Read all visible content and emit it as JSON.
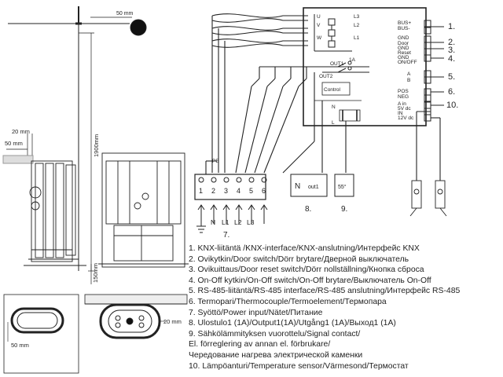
{
  "dimensions": {
    "d50_top": "50 mm",
    "d1900": "1900mm",
    "d20_left": "20 mm",
    "d50_left": "50 mm",
    "d150": "150mm",
    "d20_bottom": "20 mm",
    "d50_bottom": "50 mm"
  },
  "terminals": {
    "pe": "PE",
    "numbers": [
      "1",
      "2",
      "3",
      "4",
      "5",
      "6"
    ],
    "supply": [
      "N",
      "L1",
      "L2",
      "L3"
    ],
    "out1": "out1",
    "temp": "55°",
    "label_7": "7.",
    "label_8": "8.",
    "label_9": "9."
  },
  "board": {
    "u": "U",
    "v": "V",
    "w": "W",
    "l1": "L1",
    "l2": "L2",
    "l3": "L3",
    "out1": "OUT1",
    "a1": "1A",
    "out2": "OUT2",
    "control": "Control",
    "n": "N",
    "l": "L",
    "bus_plus": "BUS+",
    "bus_minus": "BUS-",
    "gnd": "GND",
    "door": "Door",
    "reset": "Reset",
    "onoff": "ON/OFF",
    "a": "A",
    "b": "B",
    "pos": "POS",
    "neg": "NEG",
    "ain": "A in",
    "v5": "5V dc",
    "in": "IN",
    "v12": "12V dc"
  },
  "callouts": [
    "1.",
    "2.",
    "3.",
    "4.",
    "5.",
    "6.",
    "10."
  ],
  "legend": [
    "1.  KNX-liitäntä /KNX-interface/KNX-anslutning/Интерфейс KNX",
    "2.  Ovikytkin/Door switch/Dörr brytare/Дверной выключатель",
    "3.  Ovikuittaus/Door reset switch/Dörr nollställning/Кнопка сброса",
    "4.  On-Off kytkin/On-Off switch/On-Off brytare/Выключатель On-Off",
    "5.  RS-485-liitäntä/RS-485 interface/RS-485 anslutning/Интерфейс RS-485",
    "6.  Termopari/Thermocouple/Termoelement/Термопара",
    "7.  Syöttö/Power input/Nätet/Питание",
    "8.  Ulostulo1 (1A)/Output1(1A)/Utgång1 (1A)/Выход1 (1A)",
    "9.  Sähkölämmityksen vuorottelu/Signal contact/",
    "     El. förreglering av annan el. förbrukare/",
    "     Чередование нагрева электрической каменки",
    "10. Lämpöanturi/Temperature sensor/Värmesond/Термостат"
  ]
}
